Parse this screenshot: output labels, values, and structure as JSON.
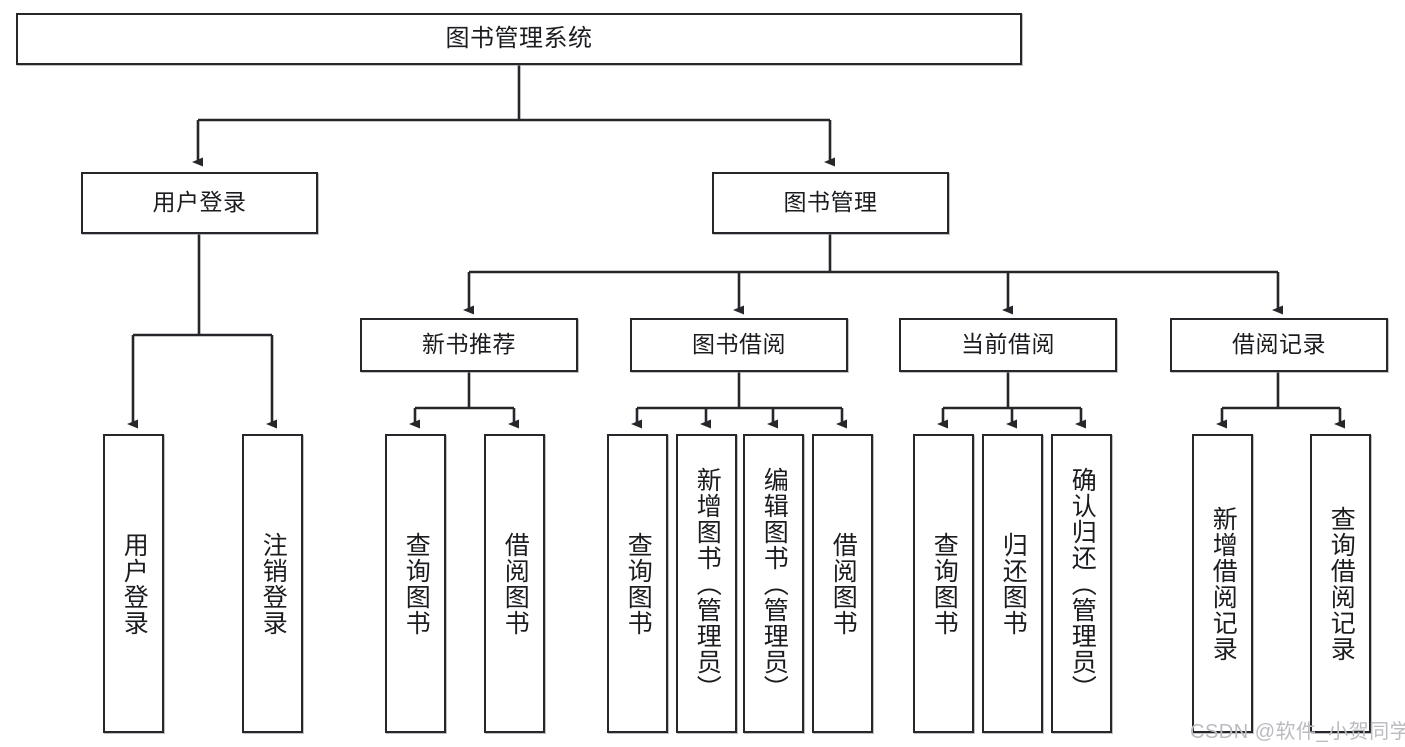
{
  "diagram": {
    "title": "图书管理系统",
    "type": "tree-hierarchy",
    "watermark": "CSDN @软件_小贺同学",
    "colors": {
      "stroke": "#26272b",
      "fill": "#ffffff",
      "text": "#1b1c1f",
      "watermark": "#b9bbc0"
    },
    "levels": {
      "level0": [
        "图书管理系统"
      ],
      "level1": [
        "用户登录",
        "图书管理"
      ],
      "level2": [
        "新书推荐",
        "图书借阅",
        "当前借阅",
        "借阅记录"
      ],
      "level3": [
        "用户登录",
        "注销登录",
        "查询图书",
        "借阅图书",
        "查询图书",
        "新增图书（管理员）",
        "编辑图书（管理员）",
        "借阅图书",
        "查询图书",
        "归还图书",
        "确认归还（管理员）",
        "新增借阅记录",
        "查询借阅记录"
      ]
    },
    "nodes": {
      "root": {
        "label": "图书管理系统"
      },
      "user_login": {
        "label": "用户登录"
      },
      "book_manage": {
        "label": "图书管理"
      },
      "new_book_rec": {
        "label": "新书推荐"
      },
      "book_borrow": {
        "label": "图书借阅"
      },
      "current_borrow": {
        "label": "当前借阅"
      },
      "borrow_record": {
        "label": "借阅记录"
      },
      "leaf_user_login": {
        "label": "用户登录"
      },
      "leaf_logout": {
        "label": "注销登录"
      },
      "leaf_query_book_1": {
        "label": "查询图书"
      },
      "leaf_borrow_book_1": {
        "label": "借阅图书"
      },
      "leaf_query_book_2": {
        "label": "查询图书"
      },
      "leaf_add_book_admin": {
        "label": "新增图书（管理员）"
      },
      "leaf_edit_book_admin": {
        "label": "编辑图书（管理员）"
      },
      "leaf_borrow_book_2": {
        "label": "借阅图书"
      },
      "leaf_query_book_3": {
        "label": "查询图书"
      },
      "leaf_return_book": {
        "label": "归还图书"
      },
      "leaf_confirm_return_admin": {
        "label": "确认归还（管理员）"
      },
      "leaf_add_record": {
        "label": "新增借阅记录"
      },
      "leaf_query_record": {
        "label": "查询借阅记录"
      }
    },
    "edges": [
      {
        "from": "root",
        "to": "user_login"
      },
      {
        "from": "root",
        "to": "book_manage"
      },
      {
        "from": "user_login",
        "to": "leaf_user_login"
      },
      {
        "from": "user_login",
        "to": "leaf_logout"
      },
      {
        "from": "book_manage",
        "to": "new_book_rec"
      },
      {
        "from": "book_manage",
        "to": "book_borrow"
      },
      {
        "from": "book_manage",
        "to": "current_borrow"
      },
      {
        "from": "book_manage",
        "to": "borrow_record"
      },
      {
        "from": "new_book_rec",
        "to": "leaf_query_book_1"
      },
      {
        "from": "new_book_rec",
        "to": "leaf_borrow_book_1"
      },
      {
        "from": "book_borrow",
        "to": "leaf_query_book_2"
      },
      {
        "from": "book_borrow",
        "to": "leaf_add_book_admin"
      },
      {
        "from": "book_borrow",
        "to": "leaf_edit_book_admin"
      },
      {
        "from": "book_borrow",
        "to": "leaf_borrow_book_2"
      },
      {
        "from": "current_borrow",
        "to": "leaf_query_book_3"
      },
      {
        "from": "current_borrow",
        "to": "leaf_return_book"
      },
      {
        "from": "current_borrow",
        "to": "leaf_confirm_return_admin"
      },
      {
        "from": "borrow_record",
        "to": "leaf_add_record"
      },
      {
        "from": "borrow_record",
        "to": "leaf_query_record"
      }
    ]
  }
}
